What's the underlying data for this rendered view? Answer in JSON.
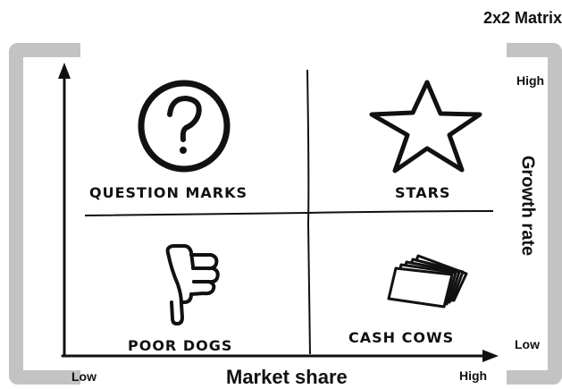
{
  "title": "2x2 Matrix",
  "x_axis": {
    "label": "Market share",
    "low": "Low",
    "high": "High"
  },
  "y_axis": {
    "label": "Growth rate",
    "high": "High",
    "low": "Low"
  },
  "quadrants": {
    "top_left": {
      "label": "Question Marks",
      "icon": "question-circle-icon"
    },
    "top_right": {
      "label": "Stars",
      "icon": "star-icon"
    },
    "bottom_left": {
      "label": "Poor Dogs",
      "icon": "thumbs-down-icon"
    },
    "bottom_right": {
      "label": "Cash Cows",
      "icon": "cash-bills-icon"
    }
  },
  "colors": {
    "bracket": "#c3c3c3",
    "ink": "#111111"
  }
}
